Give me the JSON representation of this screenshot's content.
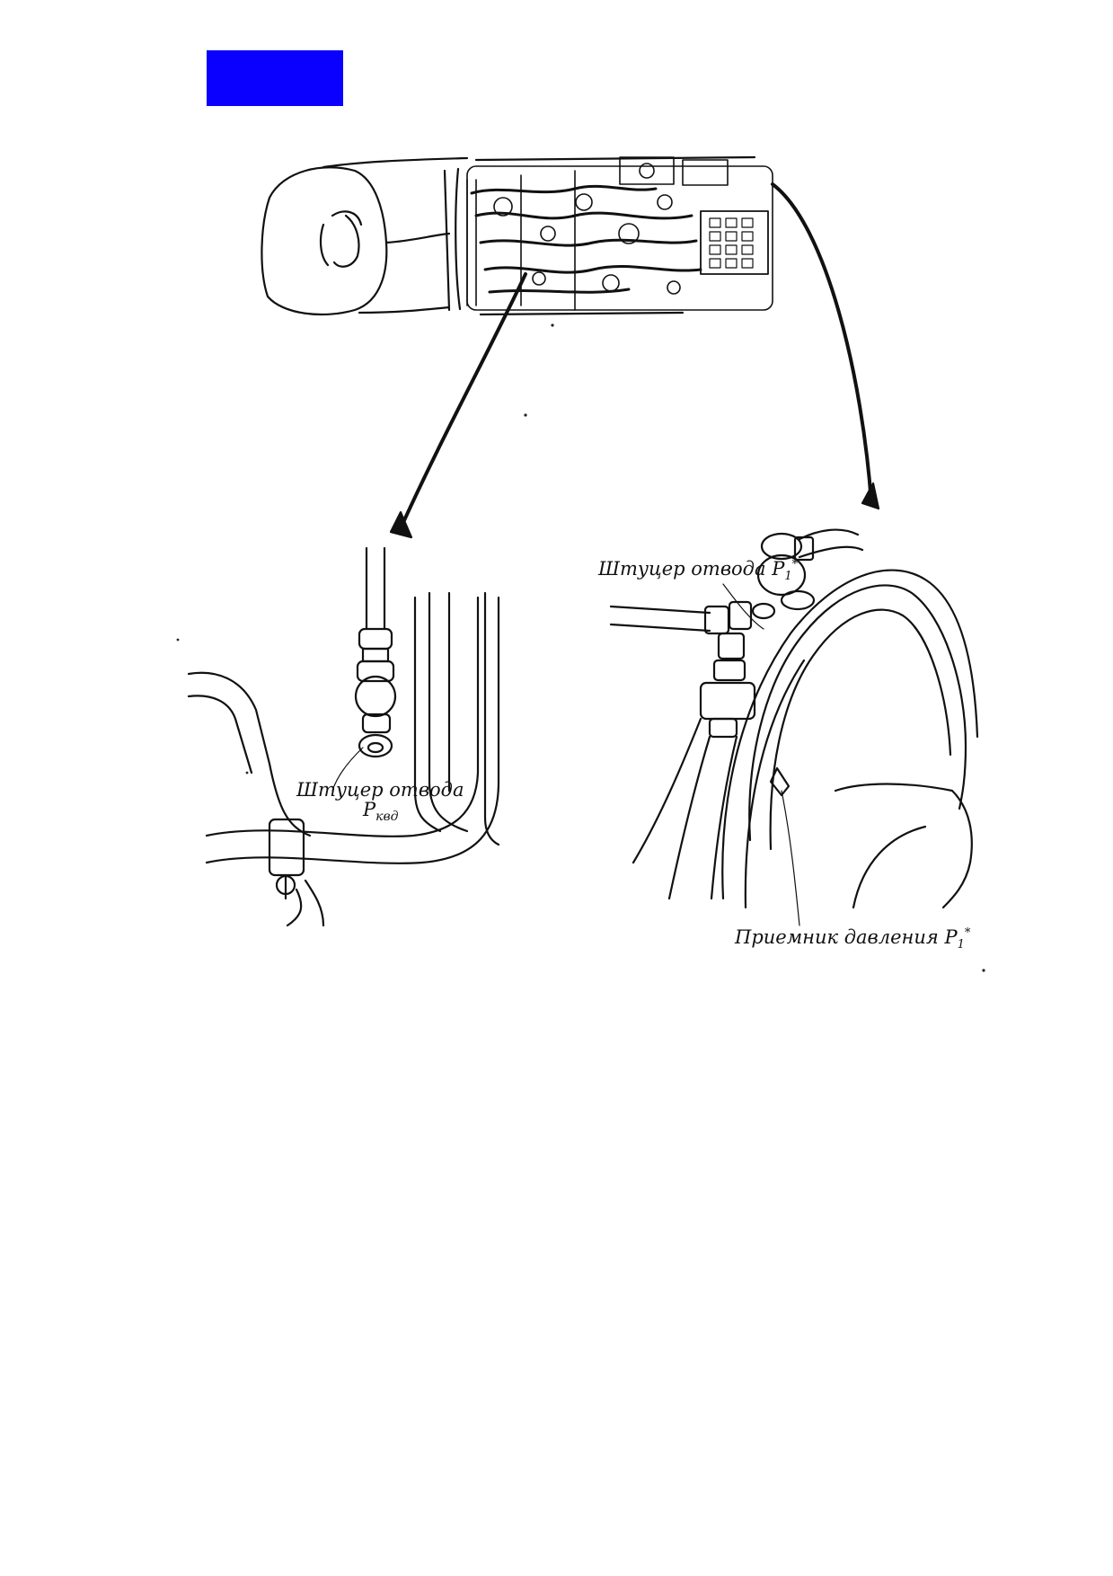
{
  "marker": {
    "color": "#0a00ff"
  },
  "callouts": {
    "left": {
      "line1": "Штуцер отвода",
      "line2_main": "P",
      "line2_sub": "квд"
    },
    "right_top": {
      "text": "Штуцер отвода",
      "symbol": "P",
      "symbol_sub": "1",
      "symbol_sup": "*"
    },
    "right_bottom": {
      "text": "Приемник давления",
      "symbol": "P",
      "symbol_sub": "1",
      "symbol_sup": "*"
    }
  },
  "icons": [
    "engine-overview-illustration",
    "detail-view-pkvd-fitting",
    "detail-view-p1-receiver",
    "pointer-arrow-left",
    "pointer-arrow-right"
  ]
}
